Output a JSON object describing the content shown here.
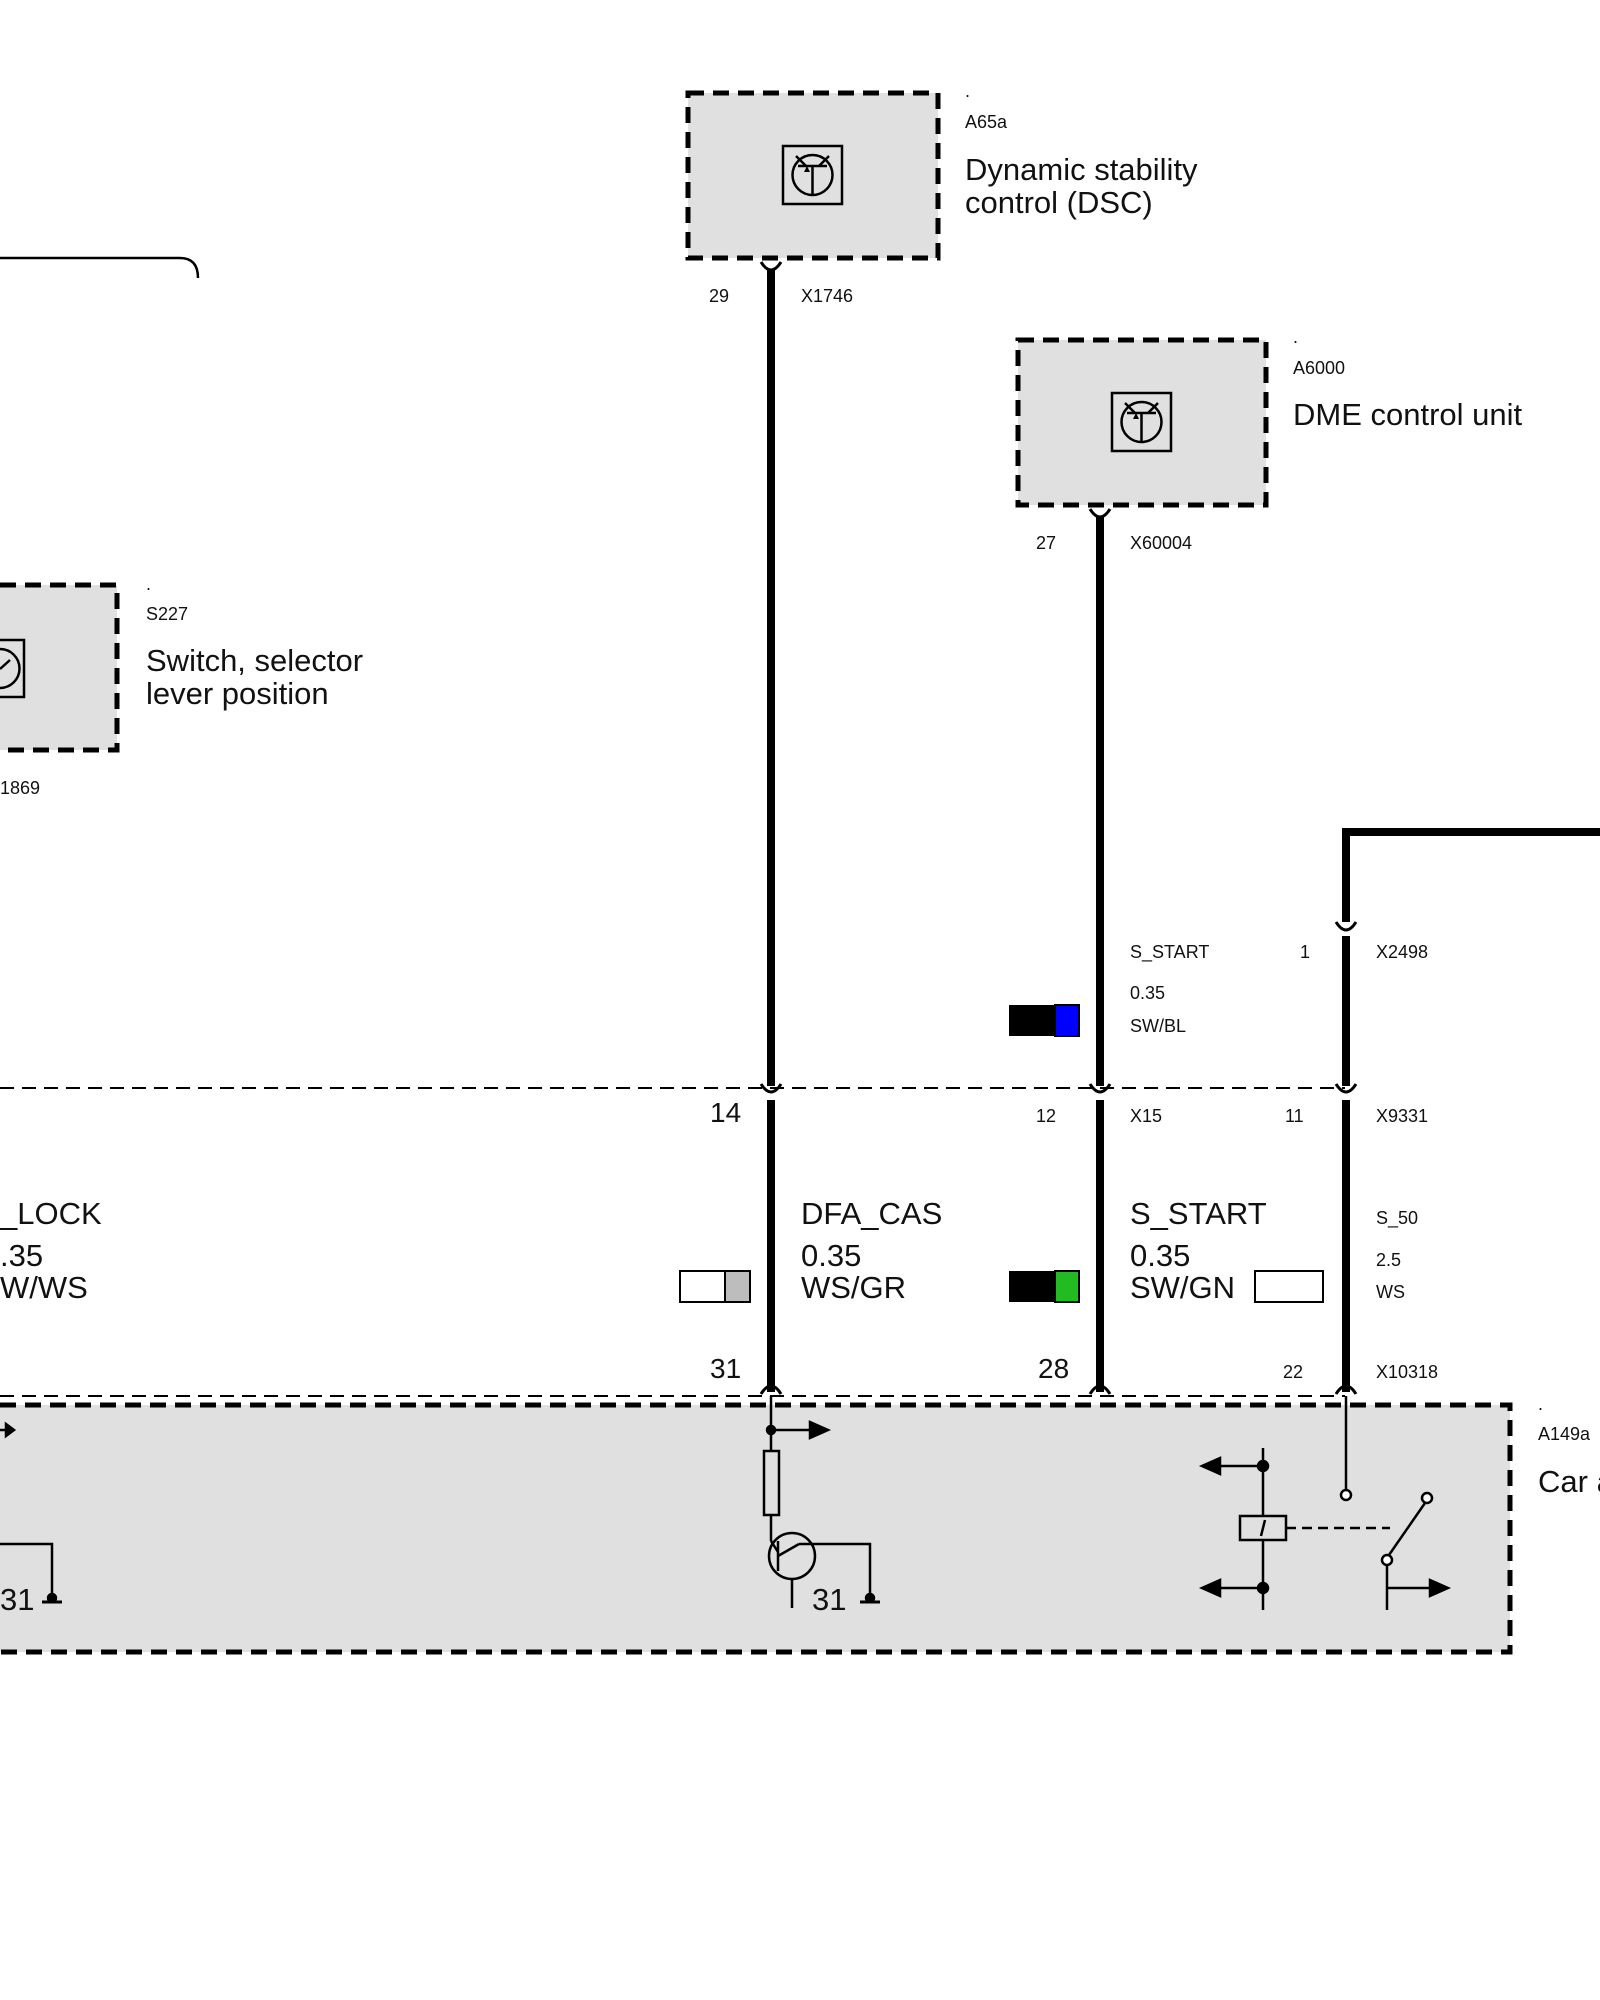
{
  "components": {
    "dsc": {
      "dot": ".",
      "id": "A65a",
      "name_line1": "Dynamic stability",
      "name_line2": "control (DSC)"
    },
    "dme": {
      "dot": ".",
      "id": "A6000",
      "name_line1": "DME control unit"
    },
    "switch": {
      "dot": ".",
      "id": "S227",
      "name_line1": "Switch, selector",
      "name_line2": "lever position",
      "connector_partial": "1869"
    },
    "car": {
      "dot": ".",
      "id": "A149a",
      "name_partial": "Car a"
    }
  },
  "connectors": {
    "dsc": {
      "pin": "29",
      "name": "X1746"
    },
    "dme": {
      "pin": "27",
      "name": "X60004"
    },
    "x2498": {
      "pin": "1",
      "name": "X2498"
    },
    "x15_left": {
      "pin": "14"
    },
    "x15": {
      "pin": "12",
      "name": "X15"
    },
    "x9331": {
      "pin": "11",
      "name": "X9331"
    },
    "car_dfa": {
      "pin": "31"
    },
    "car_start": {
      "pin": "28"
    },
    "x10318": {
      "pin": "22",
      "name": "X10318"
    }
  },
  "wires": {
    "s_start_upper": {
      "signal": "S_START",
      "gauge": "0.35",
      "color": "SW/BL",
      "swatch": [
        "#000000",
        "#0000ff"
      ]
    },
    "lock": {
      "signal_partial": "_LOCK",
      "gauge_partial": ".35",
      "color_partial": "W/WS"
    },
    "dfa_cas": {
      "signal": "DFA_CAS",
      "gauge": "0.35",
      "color": "WS/GR",
      "swatch": [
        "#ffffff",
        "#bdbdbd"
      ]
    },
    "s_start_lower": {
      "signal": "S_START",
      "gauge": "0.35",
      "color": "SW/GN",
      "swatch": [
        "#000000",
        "#22bb22"
      ]
    },
    "s_50": {
      "signal": "S_50",
      "gauge": "2.5",
      "color": "WS",
      "swatch": [
        "#ffffff"
      ]
    }
  },
  "ground_labels": {
    "left": "31",
    "center": "31"
  },
  "colors": {
    "box_fill": "#e0e0e0",
    "line": "#000000"
  }
}
